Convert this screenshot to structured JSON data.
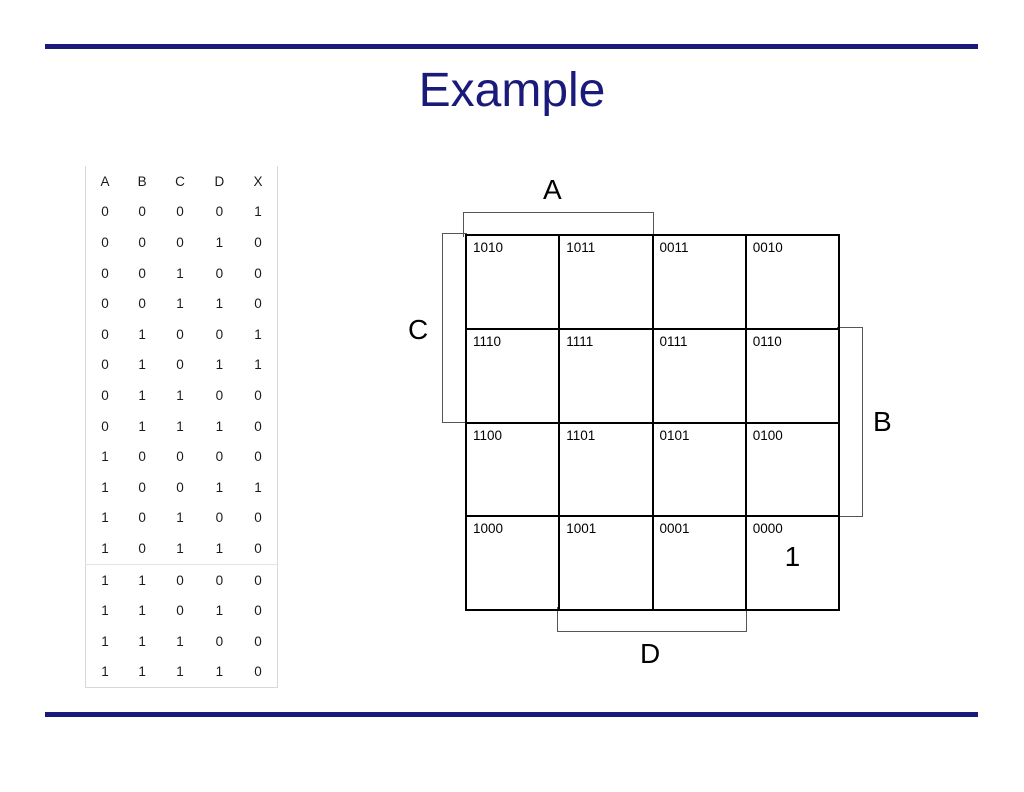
{
  "slide": {
    "title": "Example",
    "accent_color": "#1a1a7a",
    "line_color": "#000000",
    "group_line_color": "#555555"
  },
  "truth_table": {
    "columns": [
      "A",
      "B",
      "C",
      "D",
      "X"
    ],
    "rows": [
      [
        "0",
        "0",
        "0",
        "0",
        "1"
      ],
      [
        "0",
        "0",
        "0",
        "1",
        "0"
      ],
      [
        "0",
        "0",
        "1",
        "0",
        "0"
      ],
      [
        "0",
        "0",
        "1",
        "1",
        "0"
      ],
      [
        "0",
        "1",
        "0",
        "0",
        "1"
      ],
      [
        "0",
        "1",
        "0",
        "1",
        "1"
      ],
      [
        "0",
        "1",
        "1",
        "0",
        "0"
      ],
      [
        "0",
        "1",
        "1",
        "1",
        "0"
      ],
      [
        "1",
        "0",
        "0",
        "0",
        "0"
      ],
      [
        "1",
        "0",
        "0",
        "1",
        "1"
      ],
      [
        "1",
        "0",
        "1",
        "0",
        "0"
      ],
      [
        "1",
        "0",
        "1",
        "1",
        "0"
      ],
      [
        "1",
        "1",
        "0",
        "0",
        "0"
      ],
      [
        "1",
        "1",
        "0",
        "1",
        "0"
      ],
      [
        "1",
        "1",
        "1",
        "0",
        "0"
      ],
      [
        "1",
        "1",
        "1",
        "1",
        "0"
      ]
    ],
    "separator_before_row_index": 12
  },
  "kmap": {
    "cells": [
      {
        "minterm": "1010",
        "value": ""
      },
      {
        "minterm": "1011",
        "value": ""
      },
      {
        "minterm": "0011",
        "value": ""
      },
      {
        "minterm": "0010",
        "value": ""
      },
      {
        "minterm": "1110",
        "value": ""
      },
      {
        "minterm": "1111",
        "value": ""
      },
      {
        "minterm": "0111",
        "value": ""
      },
      {
        "minterm": "0110",
        "value": ""
      },
      {
        "minterm": "1100",
        "value": ""
      },
      {
        "minterm": "1101",
        "value": ""
      },
      {
        "minterm": "0101",
        "value": ""
      },
      {
        "minterm": "0100",
        "value": ""
      },
      {
        "minterm": "1000",
        "value": ""
      },
      {
        "minterm": "1001",
        "value": ""
      },
      {
        "minterm": "0001",
        "value": ""
      },
      {
        "minterm": "0000",
        "value": "1"
      }
    ],
    "axis_labels": {
      "a": "A",
      "b": "B",
      "c": "C",
      "d": "D"
    }
  }
}
